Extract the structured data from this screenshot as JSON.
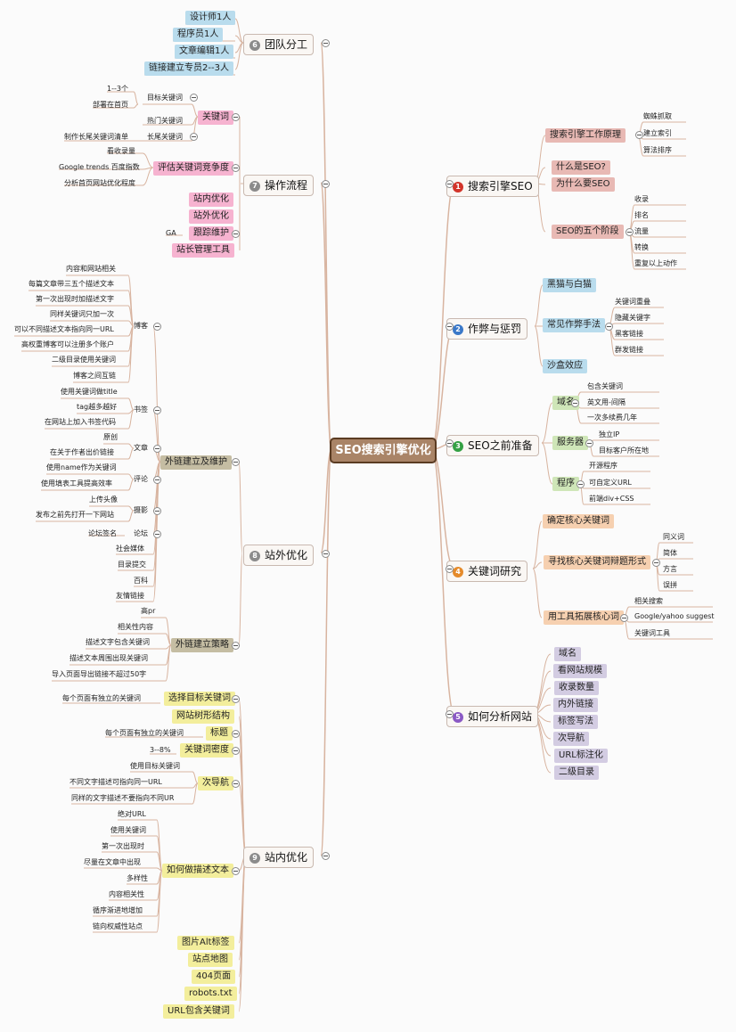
{
  "colors": {
    "blue": "#b9dced",
    "pink": "#f6b3d0",
    "salmon": "#e8b9b4",
    "green": "#cfe6b8",
    "tan": "#c5bda3",
    "peach": "#f6d0b0",
    "lavender": "#d3cce2",
    "yellow": "#f3ee9c",
    "line": "#d8b4a0",
    "badge_red": "#d2342a",
    "badge_blue": "#3a78c8",
    "badge_green": "#33a043",
    "badge_orange": "#e58a2a",
    "badge_purple": "#8a59c4",
    "badge_gray": "#8b8b8b"
  },
  "center": "SEO搜索引擎优化",
  "branches": {
    "team": {
      "num": "6",
      "label": "团队分工"
    },
    "ops": {
      "num": "7",
      "label": "操作流程"
    },
    "offsite": {
      "num": "8",
      "label": "站外优化"
    },
    "onsite": {
      "num": "9",
      "label": "站内优化"
    },
    "engine": {
      "num": "1",
      "label": "搜索引擎SEO"
    },
    "cheat": {
      "num": "2",
      "label": "作弊与惩罚"
    },
    "prep": {
      "num": "3",
      "label": "SEO之前准备"
    },
    "kw": {
      "num": "4",
      "label": "关键词研究"
    },
    "analyze": {
      "num": "5",
      "label": "如何分析网站"
    }
  },
  "team": [
    "设计师1人",
    "程序员1人",
    "文章编辑1人",
    "链接建立专员2--3人"
  ],
  "ops": {
    "keyword": "关键词",
    "target": "目标关键词",
    "target_notes": [
      "1--3个",
      "部署在首页"
    ],
    "hot": "热门关键词",
    "longtail": "长尾关键词",
    "longtail_note": "制作长尾关键词清单",
    "eval": "评估关键词竞争度",
    "eval_notes": [
      "看收录量",
      "Google trends 百度指数",
      "分析首页网站优化程度"
    ],
    "onsite": "站内优化",
    "offsite": "站外优化",
    "track": "跟踪维护",
    "track_note": "GA",
    "tools": "站长管理工具"
  },
  "offsite": {
    "build": "外链建立及维护",
    "blog": "博客",
    "blog_items": [
      "内容和网站相关",
      "每篇文章带三五个描述文本",
      "第一次出现时加描述文字",
      "同样关键词只加一次",
      "可以不同描述文本指向同一URL",
      "高权重博客可以注册多个账户",
      "二级目录使用关键词",
      "博客之间互链"
    ],
    "bookmark": "书签",
    "bookmark_items": [
      "使用关键词做title",
      "tag越多越好",
      "在网站上加入书签代码"
    ],
    "article": "文章",
    "article_items": [
      "原创",
      "在关于作者出价链接"
    ],
    "comment": "评论",
    "comment_items": [
      "使用name作为关键词",
      "使用填表工具提高效率"
    ],
    "photo": "摄影",
    "photo_items": [
      "上传头像",
      "发布之前先打开一下网站"
    ],
    "forum": "论坛",
    "forum_item": "论坛签名",
    "others": [
      "社会媒体",
      "目录提交",
      "百科",
      "友情链接"
    ],
    "strategy": "外链建立策略",
    "strategy_items": [
      "高pr",
      "相关性内容",
      "描述文字包含关键词",
      "描述文本周围出现关键词",
      "导入页面导出链接不超过50字"
    ]
  },
  "onsite": {
    "choose": "选择目标关键词",
    "choose_note": "每个页面有独立的关键词",
    "tree": "网站树形结构",
    "title": "标题",
    "title_note": "每个页面有独立的关键词",
    "density": "关键词密度",
    "density_note": "3--8%",
    "subnav": "次导航",
    "subnav_items": [
      "使用目标关键词",
      "不同文字描述可指向同一URL",
      "同样的文字描述不要指向不同UR"
    ],
    "desc": "如何做描述文本",
    "desc_items": [
      "绝对URL",
      "使用关键词",
      "第一次出现时",
      "尽量在文章中出现",
      "多样性",
      "内容相关性",
      "循序渐进地增加",
      "链向权威性站点"
    ],
    "tail": [
      "图片Alt标签",
      "站点地图",
      "404页面",
      "robots.txt",
      "URL包含关键词"
    ]
  },
  "engine": {
    "principle": "搜索引擎工作原理",
    "principle_items": [
      "蜘蛛抓取",
      "建立索引",
      "算法排序"
    ],
    "what": "什么是SEO?",
    "why": "为什么要SEO",
    "stages": "SEO的五个阶段",
    "stage_items": [
      "收录",
      "排名",
      "流量",
      "转换",
      "重复以上动作"
    ]
  },
  "cheat": {
    "hat": "黑猫与白猫",
    "common": "常见作弊手法",
    "common_items": [
      "关键词重叠",
      "隐藏关键字",
      "黑客链接",
      "群发链接"
    ],
    "sandbox": "沙盒效应"
  },
  "prep": {
    "domain": "域名",
    "domain_items": [
      "包含关键词",
      "英文用-间隔",
      "一次多续费几年"
    ],
    "server": "服务器",
    "server_items": [
      "独立IP",
      "目标客户所在地"
    ],
    "program": "程序",
    "program_items": [
      "开源程序",
      "可自定义URL",
      "前端div+CSS"
    ]
  },
  "kw": {
    "core": "确定核心关键词",
    "variant": "寻找核心关键词辩题形式",
    "variant_items": [
      "同义词",
      "简体",
      "方言",
      "误拼"
    ],
    "tools": "用工具拓展核心词",
    "tools_items": [
      "相关搜索",
      "Google/yahoo suggest",
      "关键词工具"
    ]
  },
  "analyze": [
    "域名",
    "看网站规模",
    "收录数量",
    "内外链接",
    "标签写法",
    "次导航",
    "URL标注化",
    "二级目录"
  ]
}
